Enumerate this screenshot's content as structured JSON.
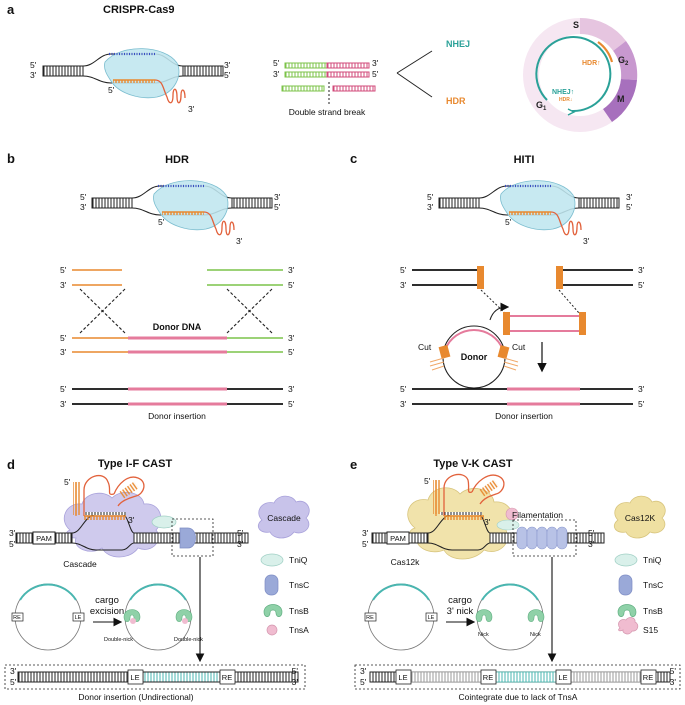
{
  "panels": {
    "a": {
      "letter": "a",
      "title": "CRISPR-Cas9",
      "dsb_label": "Double strand break",
      "nhej": "NHEJ",
      "hdr": "HDR",
      "cycle": {
        "s": "S",
        "g2": "G",
        "g2_sub": "2",
        "m": "M",
        "g1": "G",
        "g1_sub": "1",
        "hdr_up": "HDR↑",
        "nhej_up": "NHEJ↑",
        "hdr_down": "HDR↓"
      },
      "colors": {
        "nhej": "#2aa198",
        "hdr": "#e8892f"
      }
    },
    "b": {
      "letter": "b",
      "title": "HDR",
      "donor_dna": "Donor DNA",
      "caption": "Donor insertion"
    },
    "c": {
      "letter": "c",
      "title": "HITI",
      "donor": "Donor",
      "cut_left": "Cut",
      "cut_right": "Cut",
      "caption": "Donor insertion"
    },
    "d": {
      "letter": "d",
      "title": "Type I-F CAST",
      "pam": "PAM",
      "cascade": "Cascade",
      "cargo_line1": "cargo",
      "cargo_line2": "excision",
      "double_nick_left": "Double-nick",
      "double_nick_right": "Double-nick",
      "re": "RE",
      "le": "LE",
      "caption": "Donor insertion (Undirectional)"
    },
    "e": {
      "letter": "e",
      "title": "Type V-K CAST",
      "pam": "PAM",
      "cas12k": "Cas12k",
      "filamentation": "Filamentation",
      "nick_line1": "cargo",
      "nick_line2": "3' nick",
      "nick_left": "Nick",
      "nick_right": "Nick",
      "re": "RE",
      "le": "LE",
      "caption": "Cointegrate due to lack of TnsA"
    }
  },
  "ends": {
    "five": "5'",
    "three": "3'"
  },
  "legend_d": [
    {
      "label": "Cascade",
      "icon": "cascade-cloud-icon"
    },
    {
      "label": "TniQ",
      "icon": "tniq-icon"
    },
    {
      "label": "TnsC",
      "icon": "tnsc-icon"
    },
    {
      "label": "TnsB",
      "icon": "tnsb-icon"
    },
    {
      "label": "TnsA",
      "icon": "tnsa-icon"
    }
  ],
  "legend_e": [
    {
      "label": "Cas12K",
      "icon": "cas12k-cloud-icon"
    },
    {
      "label": "TniQ",
      "icon": "tniq-icon"
    },
    {
      "label": "TnsC",
      "icon": "tnsc-icon"
    },
    {
      "label": "TnsB",
      "icon": "tnsb-icon"
    },
    {
      "label": "S15",
      "icon": "s15-icon"
    }
  ]
}
